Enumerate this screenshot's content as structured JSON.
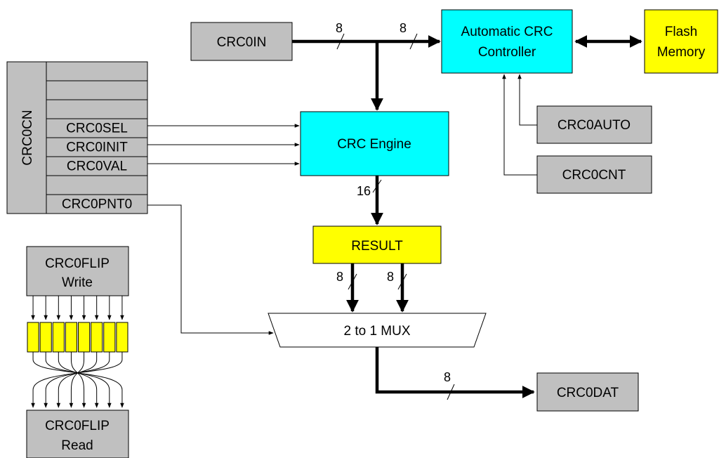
{
  "colors": {
    "register": "#c0c0c0",
    "engine": "#00ffff",
    "result": "#ffff00",
    "flash": "#ffff00",
    "flip_cells": "#ffff00",
    "mux": "#ffffff",
    "line": "#000000"
  },
  "blocks": {
    "crc0in": "CRC0IN",
    "controller_line1": "Automatic CRC",
    "controller_line2": "Controller",
    "flash_line1": "Flash",
    "flash_line2": "Memory",
    "crc0auto": "CRC0AUTO",
    "crc0cnt": "CRC0CNT",
    "engine": "CRC Engine",
    "result": "RESULT",
    "mux": "2 to 1 MUX",
    "crc0dat": "CRC0DAT"
  },
  "crc0cn": {
    "title": "CRC0CN",
    "bits": [
      "",
      "",
      "",
      "CRC0SEL",
      "CRC0INIT",
      "CRC0VAL",
      "",
      "CRC0PNT0"
    ]
  },
  "crc0flip": {
    "write_line1": "CRC0FLIP",
    "write_line2": "Write",
    "read_line1": "CRC0FLIP",
    "read_line2": "Read",
    "bit_count": 8
  },
  "bus_widths": {
    "in_left": "8",
    "in_right": "8",
    "engine_out": "16",
    "result_low": "8",
    "result_high": "8",
    "mux_out": "8"
  }
}
